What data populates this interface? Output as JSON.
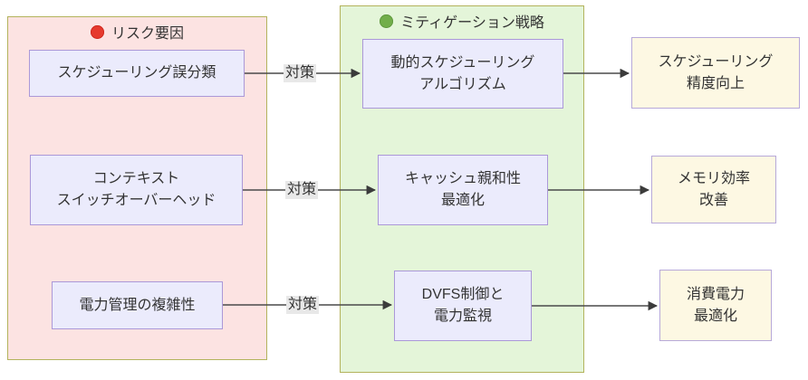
{
  "groups": {
    "risk": {
      "title": "リスク要因"
    },
    "mitigation": {
      "title": "ミティゲーション戦略"
    }
  },
  "nodes": {
    "risk1": {
      "text": "スケジューリング誤分類"
    },
    "risk2": {
      "line1": "コンテキスト",
      "line2": "スイッチオーバーヘッド"
    },
    "risk3": {
      "text": "電力管理の複雑性"
    },
    "mit1": {
      "line1": "動的スケジューリング",
      "line2": "アルゴリズム"
    },
    "mit2": {
      "line1": "キャッシュ親和性",
      "line2": "最適化"
    },
    "mit3": {
      "line1": "DVFS制御と",
      "line2": "電力監視"
    },
    "out1": {
      "line1": "スケジューリング",
      "line2": "精度向上"
    },
    "out2": {
      "line1": "メモリ効率",
      "line2": "改善"
    },
    "out3": {
      "line1": "消費電力",
      "line2": "最適化"
    }
  },
  "edges": {
    "e1": {
      "label": "対策"
    },
    "e2": {
      "label": "対策"
    },
    "e3": {
      "label": "対策"
    }
  },
  "colors": {
    "risk_group_fill": "#fce3e2",
    "mitigation_group_fill": "#e4f5d9",
    "group_border": "#b3b35c",
    "risk_dot": "#e63a2e",
    "mitigation_dot": "#72ae4a",
    "node_fill": "#ebebfc",
    "node_border": "#ab98d8",
    "outcome_fill": "#fdf8e3",
    "outcome_border": "#b7a9d9",
    "arrow": "#4a4a4a",
    "edge_label_bg": "#e8e8e8",
    "text": "#333333"
  }
}
